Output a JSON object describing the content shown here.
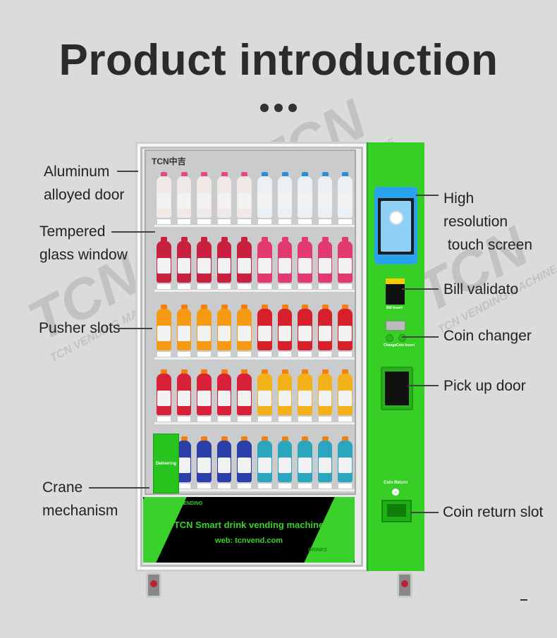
{
  "title": "Product introduction",
  "watermark": {
    "logo": "TCN",
    "registered": "®",
    "text": "TCN VENDING MACHINE"
  },
  "machine": {
    "brand": "TCN中吉",
    "crane_label": "Delivering",
    "display": {
      "tag_left": "TCN VENDING",
      "headline": "TCN Smart drink vending machine",
      "web": "web: tcnvend.com",
      "tag_right": "DRINKS"
    },
    "panel": {
      "bill_label": "Bill Insert",
      "change_label": "Change",
      "coin_insert_label": "Coin Insert",
      "coin_return_label": "Coin Return"
    },
    "rows": [
      {
        "colors": [
          "#f1e9e5",
          "#f1e9e5",
          "#f1e9e5",
          "#f1e9e5",
          "#f1e9e5",
          "#eaf0f3",
          "#eaf0f3",
          "#eaf0f3",
          "#eaf0f3",
          "#eaf0f3"
        ],
        "caps": [
          "#e44a7a",
          "#e44a7a",
          "#e44a7a",
          "#e44a7a",
          "#e44a7a",
          "#2d8fd6",
          "#2d8fd6",
          "#2d8fd6",
          "#2d8fd6",
          "#2d8fd6"
        ]
      },
      {
        "colors": [
          "#c8203f",
          "#c8203f",
          "#c8203f",
          "#c8203f",
          "#c8203f",
          "#e23a6e",
          "#e23a6e",
          "#e23a6e",
          "#e23a6e",
          "#e23a6e"
        ],
        "caps": [
          "#c8203f",
          "#c8203f",
          "#c8203f",
          "#c8203f",
          "#c8203f",
          "#e23a6e",
          "#e23a6e",
          "#e23a6e",
          "#e23a6e",
          "#e23a6e"
        ]
      },
      {
        "colors": [
          "#f59a12",
          "#f59a12",
          "#f59a12",
          "#f59a12",
          "#f59a12",
          "#d8202c",
          "#d8202c",
          "#d8202c",
          "#d8202c",
          "#d8202c"
        ],
        "caps": [
          "#f57f0e",
          "#f57f0e",
          "#f57f0e",
          "#f57f0e",
          "#f57f0e",
          "#f57f0e",
          "#f57f0e",
          "#f57f0e",
          "#f57f0e",
          "#f57f0e"
        ]
      },
      {
        "colors": [
          "#d82038",
          "#d82038",
          "#d82038",
          "#d82038",
          "#d82038",
          "#f3b21a",
          "#f3b21a",
          "#f3b21a",
          "#f3b21a",
          "#f3b21a"
        ],
        "caps": [
          "#f57f0e",
          "#f57f0e",
          "#f57f0e",
          "#f57f0e",
          "#f57f0e",
          "#f57f0e",
          "#f57f0e",
          "#f57f0e",
          "#f57f0e",
          "#f57f0e"
        ]
      },
      {
        "colors": [
          "#2a3fa8",
          "#2a3fa8",
          "#2a3fa8",
          "#2a3fa8",
          "#2a3fa8",
          "#2aa7bf",
          "#2aa7bf",
          "#2aa7bf",
          "#2aa7bf",
          "#2aa7bf"
        ],
        "caps": [
          "#f57f0e",
          "#f57f0e",
          "#f57f0e",
          "#f57f0e",
          "#f57f0e",
          "#f57f0e",
          "#f57f0e",
          "#f57f0e",
          "#f57f0e",
          "#f57f0e"
        ]
      }
    ]
  },
  "labels": {
    "aluminum": [
      "Aluminum",
      "alloyed door"
    ],
    "glass": [
      "Tempered",
      "glass window"
    ],
    "pusher": "Pusher slots",
    "crane": [
      "Crane",
      "mechanism"
    ],
    "screen": [
      "High",
      "resolution",
      " touch screen"
    ],
    "bill": "Bill validato",
    "coin": "Coin changer",
    "pickup": "Pick up door",
    "coin_return": "Coin return slot"
  }
}
